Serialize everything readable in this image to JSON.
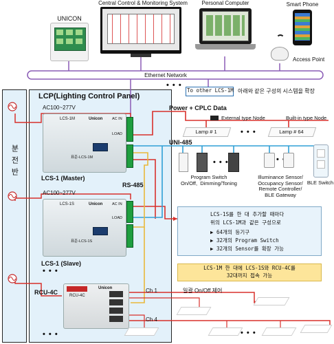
{
  "devices": {
    "unicon": "UNICON",
    "central": "Central Control & Monitoring System",
    "pc": "Personal Computer",
    "phone": "Smart Phone",
    "access_point": "Access Point"
  },
  "network": {
    "ethernet": "Ethernet Network",
    "other_lcs": "To other LCS-1M",
    "other_lcs_note": "아래와 같은 구성의 시스템을 확장"
  },
  "lcp": {
    "title": "LCP(Lighting Control Panel)",
    "distribution": "분전반",
    "voltage_1": "AC100~277V",
    "voltage_2": "AC100~277V",
    "master": "LCS-1 (Master)",
    "slave": "LCS-1 (Slave)",
    "rcu": "RCU-4C",
    "rs485": "RS-485",
    "ellipsis_1": "• • •",
    "ellipsis_2": "• • •"
  },
  "device_labels": {
    "brand": "Unicon",
    "lcs1m": "LCS-1M",
    "lcs1s": "LCS-1S",
    "rcu4c": "RCU-4C",
    "acin": "AC IN",
    "load": "LOAD",
    "model_master": "표준-LCS-1M",
    "model_slave": "표준-LCS-1S"
  },
  "bus": {
    "power_cplc": "Power + CPLC Data",
    "external_node": "External type Node",
    "builtin_node": "Built-in type Node",
    "lamp_1": "Lamp # 1",
    "lamp_64": "Lamp # 64",
    "uni485": "UNI-485",
    "program_switch": "Program Switch\nOn/Off,  Dimming/Toning",
    "sensors": "Illuminance Sensor/\nOccupancy Sensor/\nRemote Controller/\nBLE Gateway",
    "ble_switch": "BLE Switch"
  },
  "notes": {
    "slave_note": [
      "LCS-1S를 한 대 추가할 때마다",
      "위의 LCS-1M과 같은 구성으로",
      "▶  64개의 등기구",
      "▶  32개의 Program Switch",
      "▶  32개의 Sensor를 확장 가능"
    ],
    "rcu_note": [
      "LCS-1M 한 대에 LCS-1S와 RCU-4C를",
      "32대까지 접속 가능"
    ],
    "channel_note": "일괄 On/Off 제어",
    "ch1": "Ch 1",
    "ch4": "Ch 4"
  },
  "colors": {
    "ethernet": "#8a5bb5",
    "power": "#d8302b",
    "rs485": "#e9b83a",
    "uni485": "#2f9fd6",
    "panel_border": "#222",
    "lcp_bg": "#e3f1fa"
  }
}
